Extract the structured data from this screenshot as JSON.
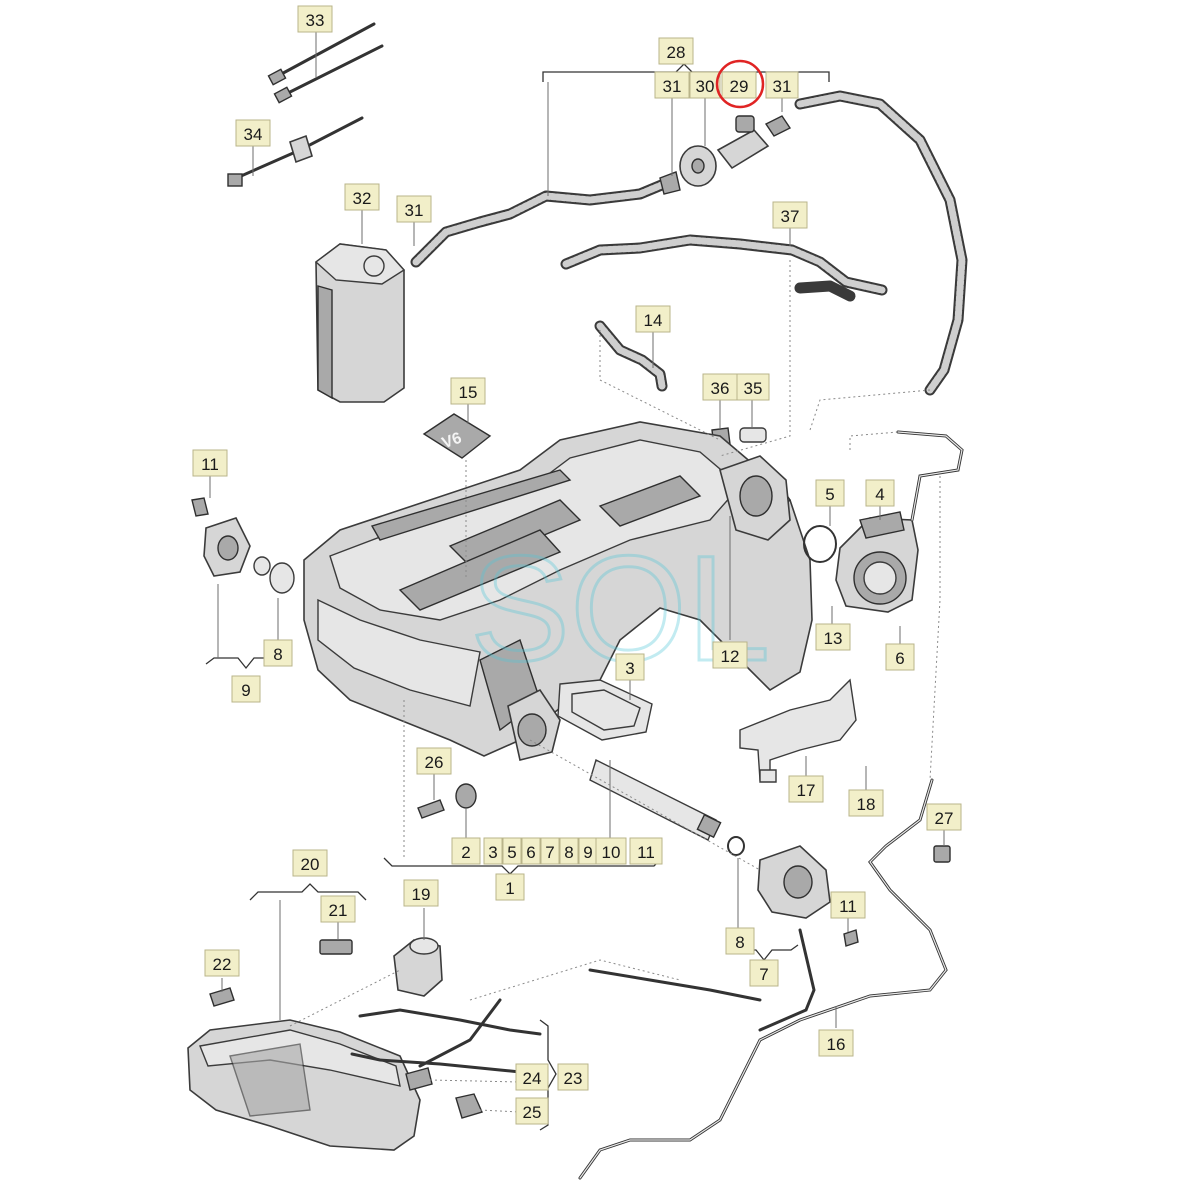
{
  "diagram": {
    "callouts": [
      {
        "id": "33",
        "label": "33"
      },
      {
        "id": "34",
        "label": "34"
      },
      {
        "id": "32",
        "label": "32"
      },
      {
        "id": "31a",
        "label": "31"
      },
      {
        "id": "28",
        "label": "28"
      },
      {
        "id": "31b",
        "label": "31"
      },
      {
        "id": "30",
        "label": "30"
      },
      {
        "id": "29",
        "label": "29"
      },
      {
        "id": "31c",
        "label": "31"
      },
      {
        "id": "37",
        "label": "37"
      },
      {
        "id": "14",
        "label": "14"
      },
      {
        "id": "36",
        "label": "36"
      },
      {
        "id": "35",
        "label": "35"
      },
      {
        "id": "15",
        "label": "15"
      },
      {
        "id": "11a",
        "label": "11"
      },
      {
        "id": "5",
        "label": "5"
      },
      {
        "id": "4",
        "label": "4"
      },
      {
        "id": "13",
        "label": "13"
      },
      {
        "id": "6",
        "label": "6"
      },
      {
        "id": "12",
        "label": "12"
      },
      {
        "id": "8a",
        "label": "8"
      },
      {
        "id": "9",
        "label": "9"
      },
      {
        "id": "3",
        "label": "3"
      },
      {
        "id": "26",
        "label": "26"
      },
      {
        "id": "17",
        "label": "17"
      },
      {
        "id": "18",
        "label": "18"
      },
      {
        "id": "27",
        "label": "27"
      },
      {
        "id": "2",
        "label": "2"
      },
      {
        "id": "3b",
        "label": "3"
      },
      {
        "id": "5b",
        "label": "5"
      },
      {
        "id": "6b",
        "label": "6"
      },
      {
        "id": "7b",
        "label": "7"
      },
      {
        "id": "8b",
        "label": "8"
      },
      {
        "id": "9b",
        "label": "9"
      },
      {
        "id": "10",
        "label": "10"
      },
      {
        "id": "11b",
        "label": "11"
      },
      {
        "id": "1",
        "label": "1"
      },
      {
        "id": "20",
        "label": "20"
      },
      {
        "id": "21",
        "label": "21"
      },
      {
        "id": "19",
        "label": "19"
      },
      {
        "id": "11c",
        "label": "11"
      },
      {
        "id": "8c",
        "label": "8"
      },
      {
        "id": "7",
        "label": "7"
      },
      {
        "id": "22",
        "label": "22"
      },
      {
        "id": "16",
        "label": "16"
      },
      {
        "id": "24",
        "label": "24"
      },
      {
        "id": "23",
        "label": "23"
      },
      {
        "id": "25",
        "label": "25"
      }
    ],
    "badge_text": "V6",
    "watermark_text": "SOL",
    "highlighted_part": "29"
  }
}
